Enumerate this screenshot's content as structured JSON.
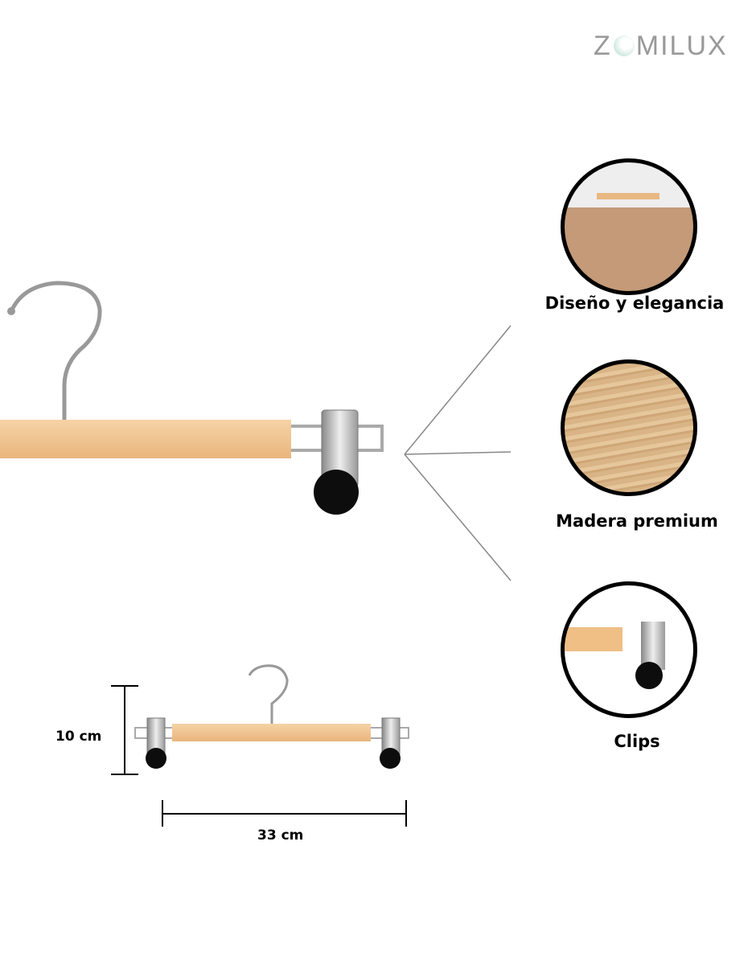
{
  "brand": {
    "logo": "ZOMILUX"
  },
  "features": [
    {
      "label": "Diseño y elegancia",
      "icon": "trousers-on-hanger-image"
    },
    {
      "label": "Madera premium",
      "icon": "wood-texture-image"
    },
    {
      "label": "Clips",
      "icon": "clip-closeup-image"
    }
  ],
  "dimensions": {
    "height": "10 cm",
    "width": "33 cm"
  },
  "colors": {
    "wood": "#f0c48e",
    "metal": "#b8b8b8",
    "text": "#000000"
  }
}
